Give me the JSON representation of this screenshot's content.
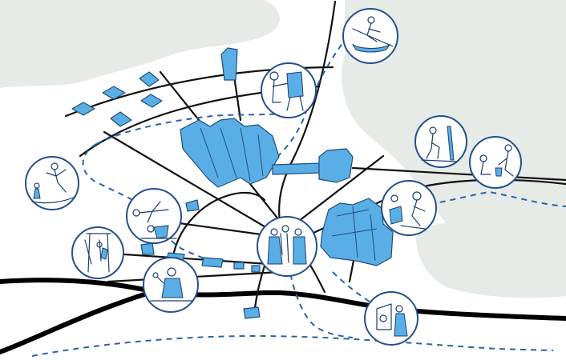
{
  "colors": {
    "building_fill": "#5aaee6",
    "building_stroke": "#1f4e78",
    "trail": "#2a63a8",
    "green_area": "#e6ebe7",
    "road": "#111111"
  },
  "vignettes": [
    {
      "id": "rowing",
      "icon": "rowing-icon"
    },
    {
      "id": "painting",
      "icon": "painter-icon"
    },
    {
      "id": "skiing",
      "icon": "skier-icon"
    },
    {
      "id": "gardening",
      "icon": "gardener-icon"
    },
    {
      "id": "skating",
      "icon": "skater-icon"
    },
    {
      "id": "yoga",
      "icon": "yoga-icon"
    },
    {
      "id": "pottery",
      "icon": "potter-icon"
    },
    {
      "id": "climbing-frame",
      "icon": "climbing-frame-icon"
    },
    {
      "id": "choir",
      "icon": "choir-icon"
    },
    {
      "id": "cooking",
      "icon": "cook-icon"
    },
    {
      "id": "baking",
      "icon": "baker-icon"
    }
  ]
}
